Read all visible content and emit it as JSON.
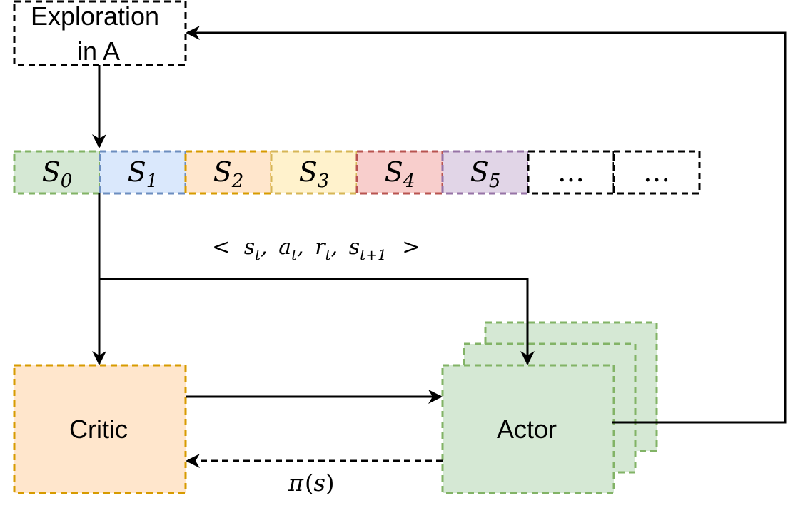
{
  "exploration": {
    "line1": "Exploration",
    "line2": "in A"
  },
  "buffer": {
    "cells": [
      {
        "letter": "S",
        "sub": "0",
        "fill": "#d5e8d4",
        "stroke": "#82b366"
      },
      {
        "letter": "S",
        "sub": "1",
        "fill": "#dae8fc",
        "stroke": "#6c8ebf"
      },
      {
        "letter": "S",
        "sub": "2",
        "fill": "#ffe6cc",
        "stroke": "#d79b00"
      },
      {
        "letter": "S",
        "sub": "3",
        "fill": "#fff2cc",
        "stroke": "#d6b656"
      },
      {
        "letter": "S",
        "sub": "4",
        "fill": "#f8cecc",
        "stroke": "#b85450"
      },
      {
        "letter": "S",
        "sub": "5",
        "fill": "#e1d5e7",
        "stroke": "#9673a6"
      },
      {
        "letter": "…",
        "sub": "",
        "fill": "#ffffff",
        "stroke": "#000000"
      },
      {
        "letter": "…",
        "sub": "",
        "fill": "#ffffff",
        "stroke": "#000000"
      }
    ]
  },
  "transition_label": {
    "open": "<",
    "s": "s",
    "s_sub": "t",
    "a": "a",
    "a_sub": "t",
    "r": "r",
    "r_sub": "t",
    "s2": "s",
    "s2_sub": "t+1",
    "close": ">"
  },
  "critic": {
    "label": "Critic",
    "fill": "#ffe6cc",
    "stroke": "#d79b00"
  },
  "actor": {
    "label": "Actor",
    "fill": "#d5e8d4",
    "stroke": "#82b366"
  },
  "policy_label": {
    "pi": "π",
    "open": "(",
    "arg": "s",
    "close": ")"
  }
}
